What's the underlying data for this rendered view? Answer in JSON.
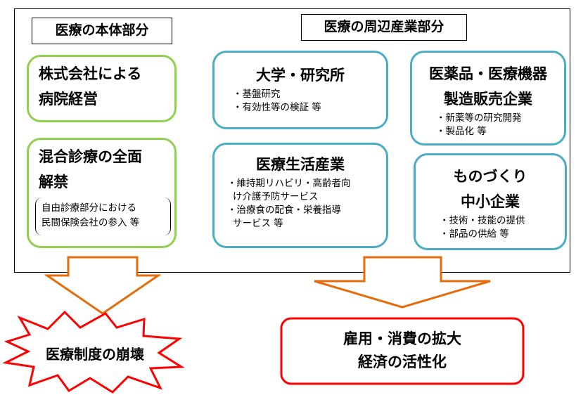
{
  "left_header": "医療の本体部分",
  "right_header": "医療の周辺産業部分",
  "box_kabushiki": {
    "line1": "株式会社による",
    "line2": "病院経営"
  },
  "box_kongo": {
    "line1": "混合診療の全面",
    "line2": "解禁",
    "note1": "自由診療部分における",
    "note2": "民間保険会社の参入 等"
  },
  "box_daigaku": {
    "title": "大学・研究所",
    "item1": "・基盤研究",
    "item2": "・有効性等の検証 等"
  },
  "box_iryoseikatsu": {
    "title": "医療生活産業",
    "item1": "・維持期リハビリ・高齢者向",
    "item1b": "け介護予防サービス",
    "item2": "・治療食の配食・栄養指導",
    "item2b": "サービス 等"
  },
  "box_iyakuhin": {
    "title1": "医薬品・医療機器",
    "title2": "製造販売企業",
    "item1": "・新薬等の研究開発",
    "item2": "・製品化 等"
  },
  "box_monozukuri": {
    "title1": "ものづくり",
    "title2": "中小企業",
    "item1": "・技術・技能の提供",
    "item2": "・部品の供給 等"
  },
  "outcome_bad": "医療制度の崩壊",
  "outcome_good": {
    "line1": "雇用・消費の拡大",
    "line2": "経済の活性化"
  },
  "colors": {
    "green": "#92d050",
    "blue": "#4bacc6",
    "orange": "#e46c0a",
    "red": "#ff0000"
  }
}
